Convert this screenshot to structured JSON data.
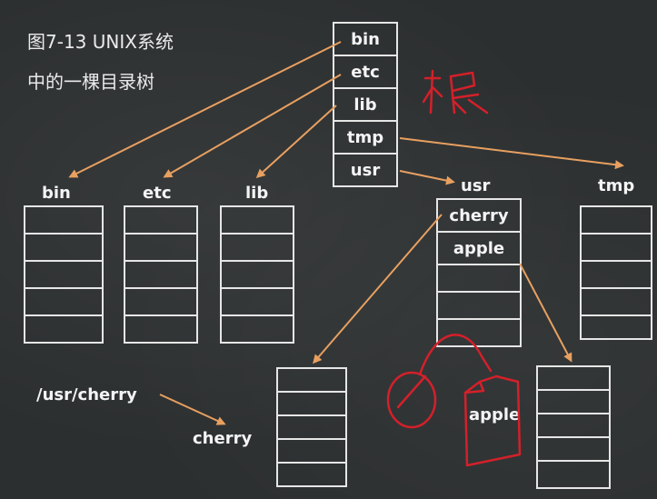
{
  "caption": {
    "line1": "图7-13 UNIX系统",
    "line2": "中的一棵目录树"
  },
  "annotation_handwritten": "根",
  "root_entries": [
    "bin",
    "etc",
    "lib",
    "tmp",
    "usr"
  ],
  "directory_labels": {
    "bin": "bin",
    "etc": "etc",
    "lib": "lib",
    "usr": "usr",
    "tmp": "tmp"
  },
  "usr_entries": [
    "cherry",
    "apple"
  ],
  "path_example": "/usr/cherry",
  "path_result": "cherry",
  "apple_file_label": "apple",
  "colors": {
    "background": "#2c2f30",
    "chalk": "#e6e6e6",
    "arrow": "#e8a060",
    "marker": "#d4202a"
  }
}
